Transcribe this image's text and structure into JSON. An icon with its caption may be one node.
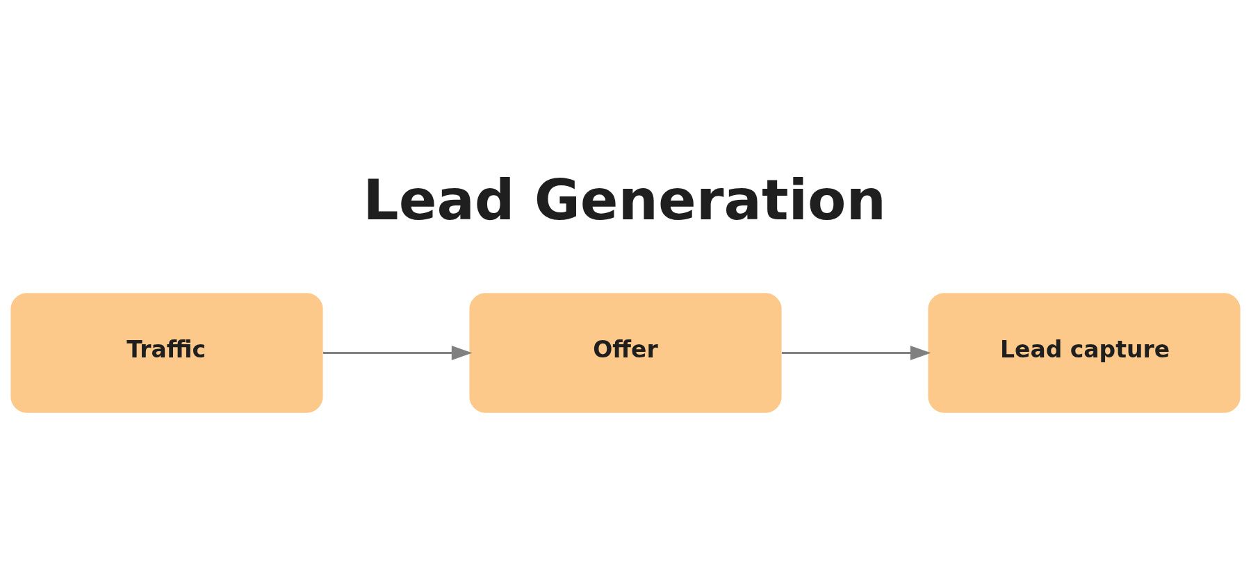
{
  "diagram": {
    "title": "Lead Generation",
    "nodes": [
      {
        "text": [
          "Traffic"
        ]
      },
      {
        "text": [
          "Offer"
        ]
      },
      {
        "text": [
          "Lead capture"
        ]
      }
    ],
    "edges": [
      {
        "from": 0,
        "to": 1,
        "arrow": "to"
      },
      {
        "from": 1,
        "to": 2,
        "arrow": "to"
      }
    ]
  }
}
